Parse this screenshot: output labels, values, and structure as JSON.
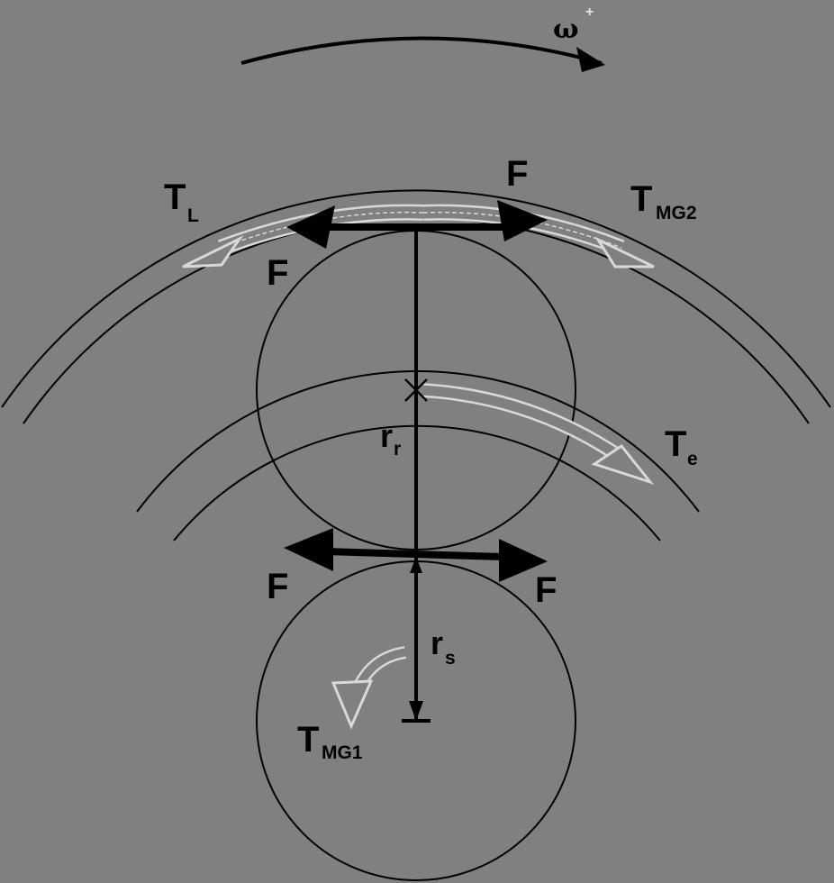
{
  "diagram": {
    "omega": "ω",
    "omega_sign": "+",
    "force_label": "F",
    "T": "T",
    "tl_sub": "L",
    "tmg2_sub": "MG2",
    "te_sub": "e",
    "tmg1_sub": "MG1",
    "r": "r",
    "rr_sub": "r",
    "rs_sub": "s"
  },
  "colors": {
    "background": "#808080",
    "ink": "#000000",
    "torque_arrow": "#d8d8d8"
  }
}
